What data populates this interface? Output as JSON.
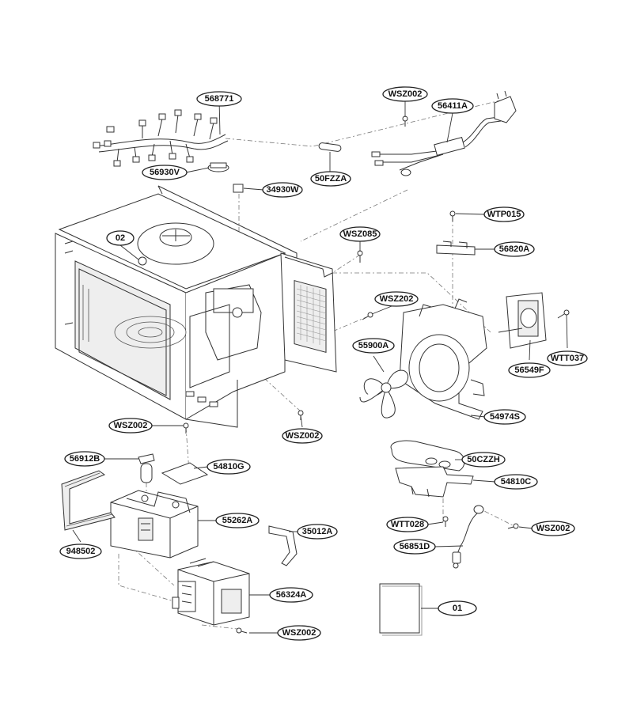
{
  "callouts": [
    {
      "id": "568771"
    },
    {
      "id": "WSZ002"
    },
    {
      "id": "56411A"
    },
    {
      "id": "56930V"
    },
    {
      "id": "50FZZA"
    },
    {
      "id": "34930W"
    },
    {
      "id": "WTP015"
    },
    {
      "id": "02"
    },
    {
      "id": "WSZ085"
    },
    {
      "id": "56820A"
    },
    {
      "id": "WSZ202"
    },
    {
      "id": "55900A"
    },
    {
      "id": "56549F"
    },
    {
      "id": "WTT037"
    },
    {
      "id": "54974S"
    },
    {
      "id": "WSZ002"
    },
    {
      "id": "WSZ002"
    },
    {
      "id": "50CZZH"
    },
    {
      "id": "56912B"
    },
    {
      "id": "54810G"
    },
    {
      "id": "54810C"
    },
    {
      "id": "55262A"
    },
    {
      "id": "35012A"
    },
    {
      "id": "WTT028"
    },
    {
      "id": "WSZ002"
    },
    {
      "id": "948502"
    },
    {
      "id": "56851D"
    },
    {
      "id": "56324A"
    },
    {
      "id": "01"
    },
    {
      "id": "WSZ002"
    }
  ]
}
